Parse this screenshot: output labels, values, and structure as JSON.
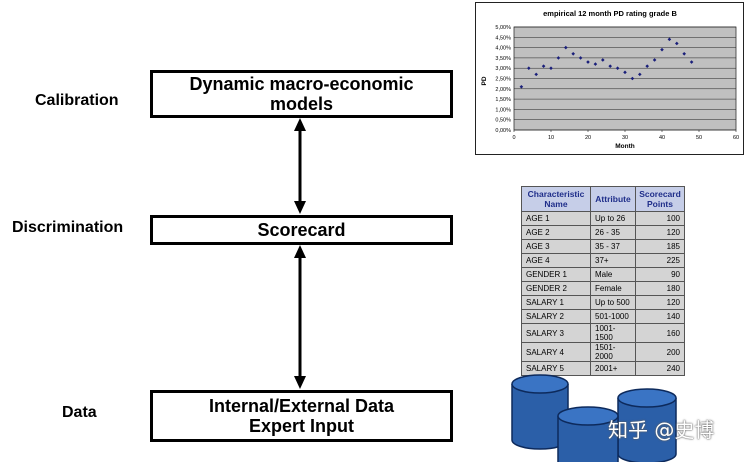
{
  "layers": {
    "calibration": {
      "label": "Calibration",
      "box_lines": [
        "Dynamic macro-economic",
        "models"
      ]
    },
    "discrimination": {
      "label": "Discrimination",
      "box_lines": [
        "Scorecard"
      ]
    },
    "data": {
      "label": "Data",
      "box_lines": [
        "Internal/External Data",
        "Expert Input"
      ]
    }
  },
  "chart_data": {
    "type": "scatter",
    "title": "empirical 12 month PD rating grade B",
    "xlabel": "Month",
    "ylabel": "PD",
    "xlim": [
      0,
      60
    ],
    "ylim": [
      0,
      5
    ],
    "x_ticks": [
      0,
      10,
      20,
      30,
      40,
      50,
      60
    ],
    "y_ticks": [
      "0,00%",
      "0,50%",
      "1,00%",
      "1,50%",
      "2,00%",
      "2,50%",
      "3,00%",
      "3,50%",
      "4,00%",
      "4,50%",
      "5,00%"
    ],
    "grid": true,
    "plot_background": "#c0c0c0",
    "marker_color": "#1a1f7a",
    "series": [
      {
        "x": [
          2,
          4,
          6,
          8,
          10,
          12,
          14,
          16,
          18,
          20,
          22,
          24,
          26,
          28,
          30,
          32,
          34,
          36,
          38,
          40,
          42,
          44,
          46,
          48
        ],
        "y": [
          2.1,
          3.0,
          2.7,
          3.1,
          3.0,
          3.5,
          4.0,
          3.7,
          3.5,
          3.3,
          3.2,
          3.4,
          3.1,
          3.0,
          2.8,
          2.5,
          2.7,
          3.1,
          3.4,
          3.9,
          4.4,
          4.2,
          3.7,
          3.3
        ]
      }
    ]
  },
  "scorecard": {
    "headers": [
      "Characteristic Name",
      "Attribute",
      "Scorecard Points"
    ],
    "rows": [
      [
        "AGE 1",
        "Up to 26",
        "100"
      ],
      [
        "AGE 2",
        "26 - 35",
        "120"
      ],
      [
        "AGE 3",
        "35 - 37",
        "185"
      ],
      [
        "AGE 4",
        "37+",
        "225"
      ],
      [
        "GENDER 1",
        "Male",
        "90"
      ],
      [
        "GENDER 2",
        "Female",
        "180"
      ],
      [
        "SALARY 1",
        "Up to 500",
        "120"
      ],
      [
        "SALARY 2",
        "501-1000",
        "140"
      ],
      [
        "SALARY 3",
        "1001-1500",
        "160"
      ],
      [
        "SALARY 4",
        "1501-2000",
        "200"
      ],
      [
        "SALARY 5",
        "2001+",
        "240"
      ]
    ]
  },
  "watermark": "知乎 @史博",
  "database_icon_color": "#2b5fa8"
}
